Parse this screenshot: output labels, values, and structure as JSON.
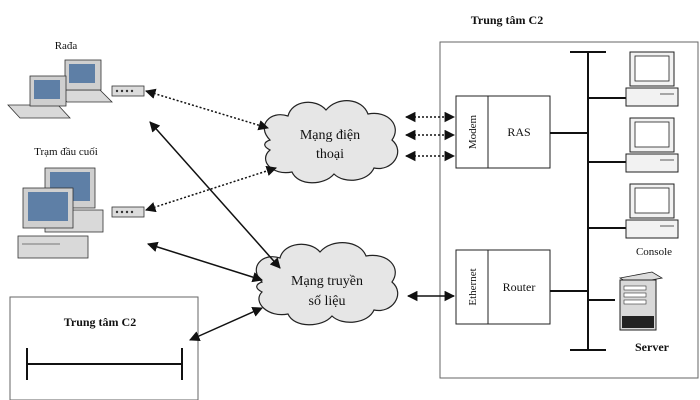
{
  "labels": {
    "radar": "Rađa",
    "terminal": "Trạm đầu cuối",
    "c2_center_right": "Trung tâm C2",
    "c2_center_left": "Trung tâm C2",
    "console": "Console",
    "server": "Server"
  },
  "networks": {
    "phone": [
      "Mạng điện",
      "thoại"
    ],
    "data": [
      "Mạng truyền",
      "số liệu"
    ]
  },
  "blocks": {
    "modem": "Modem",
    "ras": "RAS",
    "ethernet": "Ethernet",
    "router": "Router"
  },
  "colors": {
    "line": "#111111",
    "cloud_fill": "#e6e6e6",
    "screen": "#5e7fa6"
  }
}
